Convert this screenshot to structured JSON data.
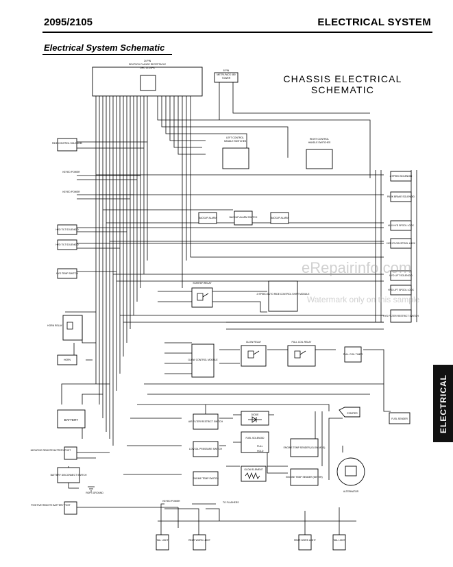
{
  "header": {
    "model": "2095/2105",
    "section": "ELECTRICAL SYSTEM",
    "subtitle": "Electrical System Schematic",
    "side_tab": "ELECTRICAL"
  },
  "diagram": {
    "title_line1": "CHASSIS ELECTRICAL",
    "title_line2": "SCHEMATIC",
    "receptacle_line1": "24 PIN",
    "receptacle_line2": "DEUTSCH FLANGE RECEPTACLE",
    "receptacle_line3": "DRC 12-24PA",
    "plug8_line1": "8 PIN",
    "plug8_line2": "METRI-PACK 480",
    "plug8_line3": "TOWER",
    "left_switches_line1": "LEFT CONTROL",
    "left_switches_line2": "HANDLE SWITCHES",
    "right_switches_line1": "RIGHT CONTROL",
    "right_switches_line2": "HANDLE SWITCHES",
    "ride_control": "RIDE CONTROL SOLENOID",
    "keyed_power": "KEYED POWER",
    "hyd_tilt": "HYD TILT SOLENOID",
    "hyd_temp": "HYD TEMP SWITCH",
    "backup_alarm": "BACKUP ALARM",
    "backup_alarm_switch": "BACKUP ALARM SWITCH",
    "starter_relay": "STARTER RELAY",
    "two_speed_module": "2 SPEED AUTO RIDE CONTROL SHIFT MODULE",
    "two_speed_solenoid": "2 SPEED SOLENOID",
    "park_brake": "PARK BRAKE SOLENOID",
    "aux_hyd": "AUX HYD SPOOL LOCK",
    "high_flow": "HIGH FLOW SPOOL LOCK",
    "hyd_lift": "HYD LIFT SOLENOID",
    "hyd_lift_spool": "HYD LIFT SPOOL LOCK",
    "hyd_filter": "HYD FILTER RESTRICT SWITCH",
    "horn_relay": "HORN RELAY",
    "horn": "HORN",
    "glow_module": "GLOW CONTROL MODULE",
    "glow_relay": "GLOW RELAY",
    "pull_coil_relay": "PULL COIL RELAY",
    "pull_coil_timer": "PULL COIL TIMER",
    "battery": "BATTERY",
    "air_filter": "AIR FILTER RESTRICT SWITCH",
    "diode": "DIODE",
    "fuel_solenoid": "FUEL SOLENOID",
    "pull": "PULL",
    "hold": "HOLD",
    "starter": "STARTER",
    "fuel_sender": "FUEL SENDER",
    "low_oil": "LOW OIL PRESSURE SWITCH",
    "engine_temp_sender_glow": "ENGINE TEMP SENDER (GLOW MOD)",
    "negative_post": "NEGATIVE REMOTE BATTERY POST",
    "battery_disconnect": "BATTERY DISCONNECT SWITCH",
    "engine_temp_switch": "ENGINE TEMP SWITCH",
    "glow_element": "GLOW ELEMENT",
    "engine_temp_sender_meter": "ENGINE TEMP SENDER (METER)",
    "alternator": "ALTERNATOR",
    "rops_ground": "ROPS GROUND",
    "positive_post": "POSITIVE REMOTE BATTERY POST",
    "to_flashers": "TO FLASHERS",
    "tail_light": "TAIL LIGHT",
    "rear_work_light": "REAR WORK LIGHT"
  },
  "watermark": {
    "main": "eRepairinfo.com",
    "sub": "Watermark only on this sample"
  }
}
